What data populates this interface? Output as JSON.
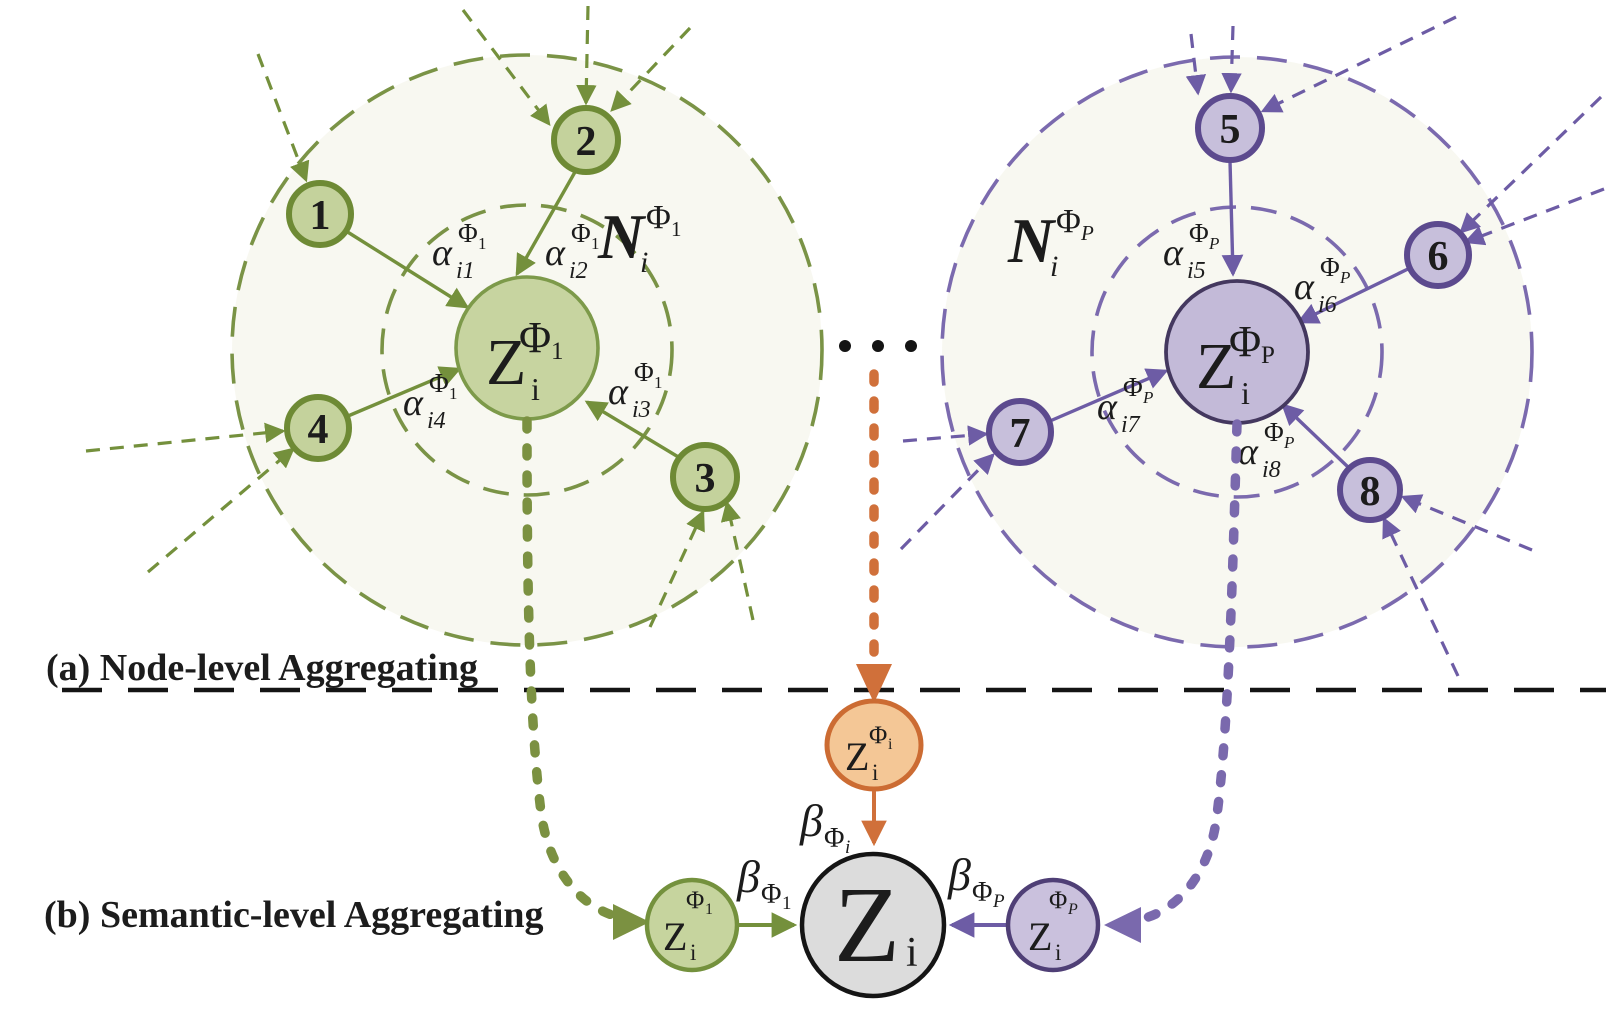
{
  "figure": {
    "section_a": "(a) Node-level Aggregating",
    "section_b": "(b) Semantic-level Aggregating",
    "ellipsis": "• • •"
  },
  "colors": {
    "green_line": "#74903c",
    "green_fill": "#c7d4a0",
    "purple_line": "#6d5ca5",
    "purple_fill": "#c6bedb",
    "purple_dark": "#4a3b66",
    "orange_line": "#d0703a",
    "orange_fill": "#f4c796",
    "gray_fill": "#dcdcdc",
    "ink": "#1c1c1c"
  },
  "green_cluster": {
    "neighborhood_label": {
      "base": "N",
      "sub": "i",
      "sup": "Φ",
      "supsub": "1"
    },
    "center_label": {
      "base": "Z",
      "sub": "i",
      "sup": "Φ",
      "supsub": "1"
    },
    "satellites": [
      "1",
      "2",
      "3",
      "4"
    ],
    "alphas": [
      {
        "base": "α",
        "sub": "i1",
        "sup": "Φ",
        "supsub": "1"
      },
      {
        "base": "α",
        "sub": "i2",
        "sup": "Φ",
        "supsub": "1"
      },
      {
        "base": "α",
        "sub": "i3",
        "sup": "Φ",
        "supsub": "1"
      },
      {
        "base": "α",
        "sub": "i4",
        "sup": "Φ",
        "supsub": "1"
      }
    ]
  },
  "purple_cluster": {
    "neighborhood_label": {
      "base": "N",
      "sub": "i",
      "sup": "Φ",
      "supsub": "P"
    },
    "center_label": {
      "base": "Z",
      "sub": "i",
      "sup": "Φ",
      "supsub": "P"
    },
    "satellites": [
      "5",
      "6",
      "7",
      "8"
    ],
    "alphas": [
      {
        "base": "α",
        "sub": "i5",
        "sup": "Φ",
        "supsub": "P"
      },
      {
        "base": "α",
        "sub": "i6",
        "sup": "Φ",
        "supsub": "P"
      },
      {
        "base": "α",
        "sub": "i7",
        "sup": "Φ",
        "supsub": "P"
      },
      {
        "base": "α",
        "sub": "i8",
        "sup": "Φ",
        "supsub": "P"
      }
    ]
  },
  "semantic_level": {
    "green_embedding": {
      "base": "Z",
      "sub": "i",
      "sup": "Φ",
      "supsub": "1"
    },
    "orange_embedding": {
      "base": "Z",
      "sub": "i",
      "sup": "Φ",
      "supsub": "i"
    },
    "purple_embedding": {
      "base": "Z",
      "sub": "i",
      "sup": "Φ",
      "supsub": "P"
    },
    "final_embedding": {
      "base": "Z",
      "sub": "i"
    },
    "betas": {
      "green": {
        "base": "β",
        "sub": "Φ",
        "subsub": "1"
      },
      "orange": {
        "base": "β",
        "sub": "Φ",
        "subsub": "i"
      },
      "purple": {
        "base": "β",
        "sub": "Φ",
        "subsub": "P"
      }
    }
  }
}
